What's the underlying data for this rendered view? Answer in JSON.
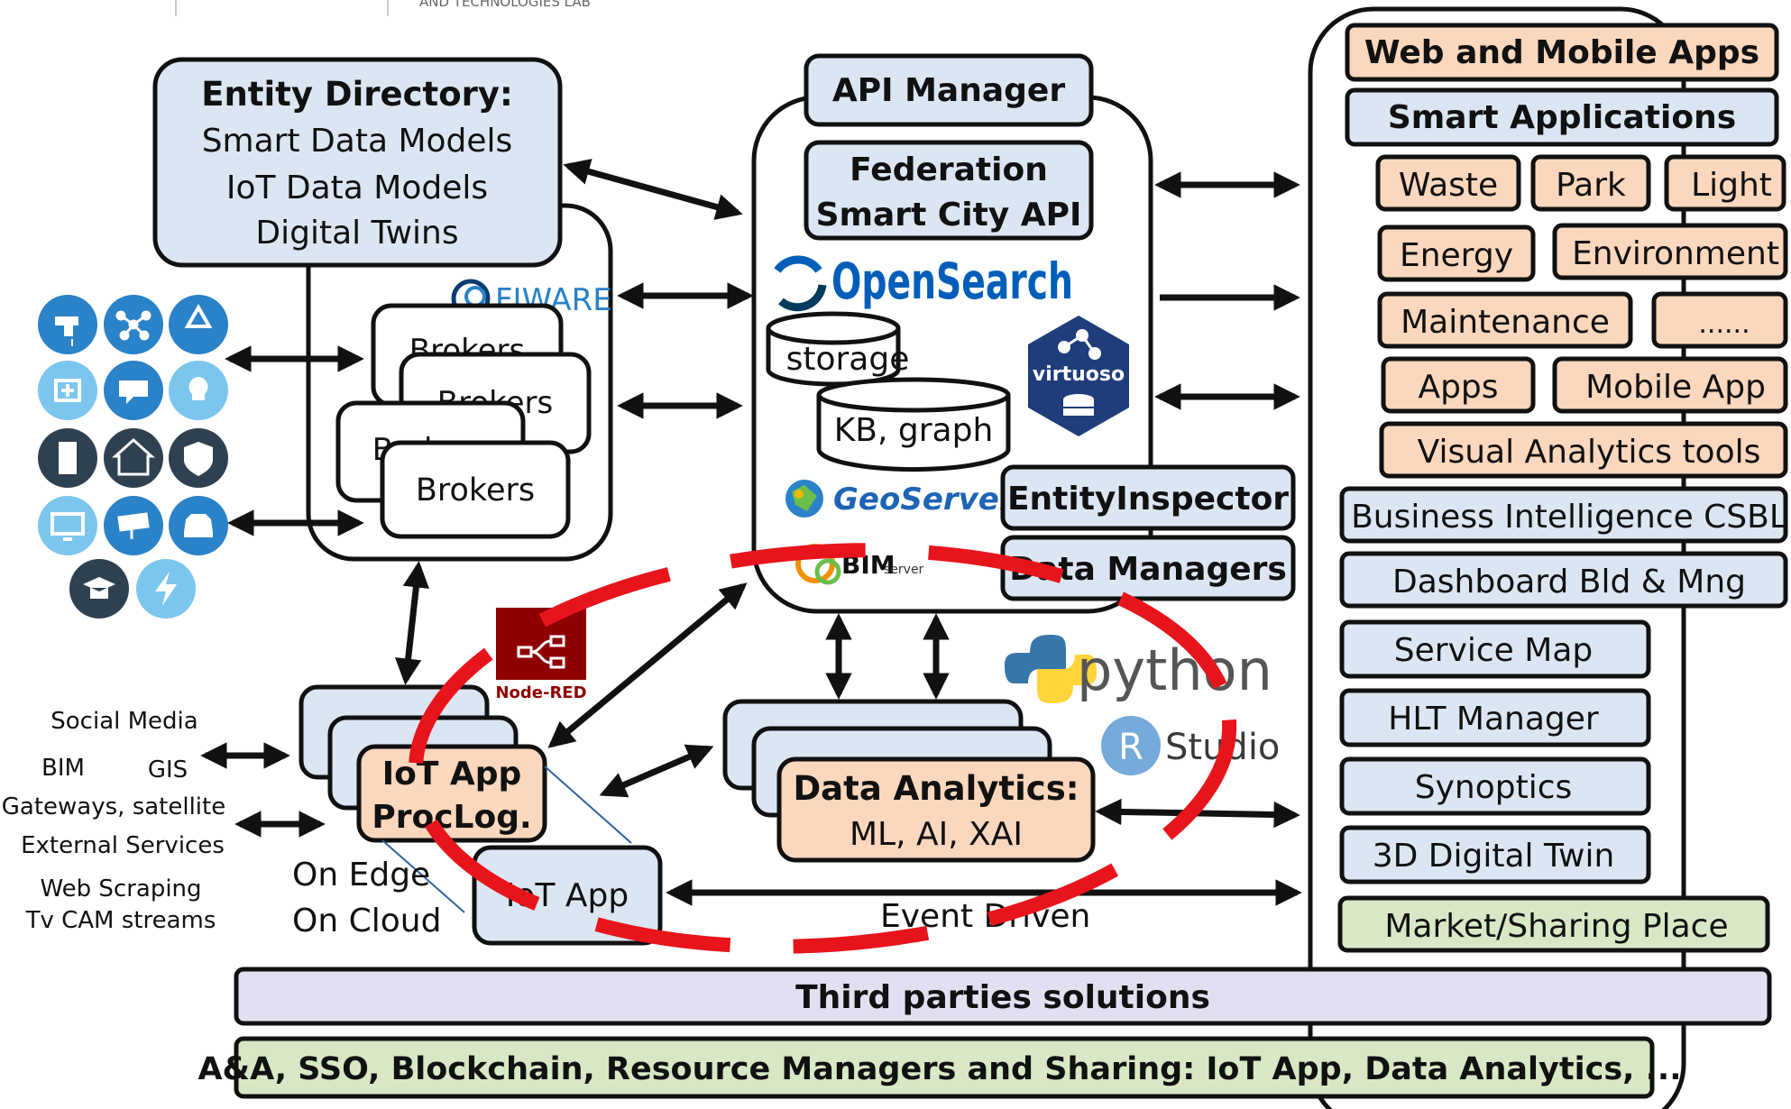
{
  "header_snippet": "AND TECHNOLOGIES LAB",
  "entity_directory": {
    "title": "Entity Directory:",
    "lines": [
      "Smart Data Models",
      "IoT Data Models",
      "Digital Twins"
    ]
  },
  "brokers": {
    "label": "Brokers",
    "logo": "FIWARE"
  },
  "api_manager": "API Manager",
  "federation": [
    "Federation",
    "Smart City API"
  ],
  "opensearch": "OpenSearch",
  "storage": "storage",
  "kb_graph": "KB, graph",
  "virtuoso": "virtuoso",
  "geoserver": "GeoServer",
  "bimserver": {
    "main": "BIM",
    "sub": "server"
  },
  "entity_inspector": "EntityInspector",
  "data_managers": "Data Managers",
  "node_red": "Node-RED",
  "python": "python",
  "rstudio": {
    "r": "R",
    "text": "Studio"
  },
  "iot_app_proclog": [
    "IoT App",
    "ProcLog."
  ],
  "iot_app": "IoT App",
  "on_edge": "On Edge",
  "on_cloud": "On Cloud",
  "data_analytics": [
    "Data Analytics:",
    "ML, AI, XAI"
  ],
  "event_driven": "Event Driven",
  "sources": [
    "Social Media",
    "BIM",
    "GIS",
    "Gateways, satellite",
    "External Services",
    "Web Scraping",
    "Tv CAM streams"
  ],
  "apps_header": [
    "Web and Mobile Apps",
    "Smart Applications"
  ],
  "app_tiles": [
    "Waste",
    "Park",
    "Light",
    "Energy",
    "Environment",
    "Maintenance",
    "......",
    "Apps",
    "Mobile App",
    "Visual Analytics tools"
  ],
  "tools": [
    "Business Intelligence CSBL",
    "Dashboard Bld & Mng",
    "Service Map",
    "HLT Manager",
    "Synoptics",
    "3D Digital Twin"
  ],
  "market": "Market/Sharing  Place",
  "third_parties": "Third parties solutions",
  "bottom_bar": "A&A, SSO, Blockchain, Resource Managers and Sharing: IoT App, Data Analytics, ...",
  "icons": [
    "water-tap-icon",
    "network-icon",
    "recycle-icon",
    "health-icon",
    "chat-icon",
    "lightbulb-icon",
    "building-icon",
    "smart-home-icon",
    "shield-icon",
    "monitor-icon",
    "cctv-camera-icon",
    "car-icon",
    "graduation-cap-icon",
    "energy-bolt-icon"
  ],
  "colors": {
    "blue_box": "#dce6f2",
    "orange_box": "#fad7bd",
    "green_box": "#d8e8c6",
    "lavender_box": "#e4dff0",
    "red_dash": "#e8141c",
    "icon_blue": "#2a82c8",
    "icon_dark": "#2f4150",
    "opensearch_blue": "#005eb8",
    "node_red": "#8f0000"
  }
}
